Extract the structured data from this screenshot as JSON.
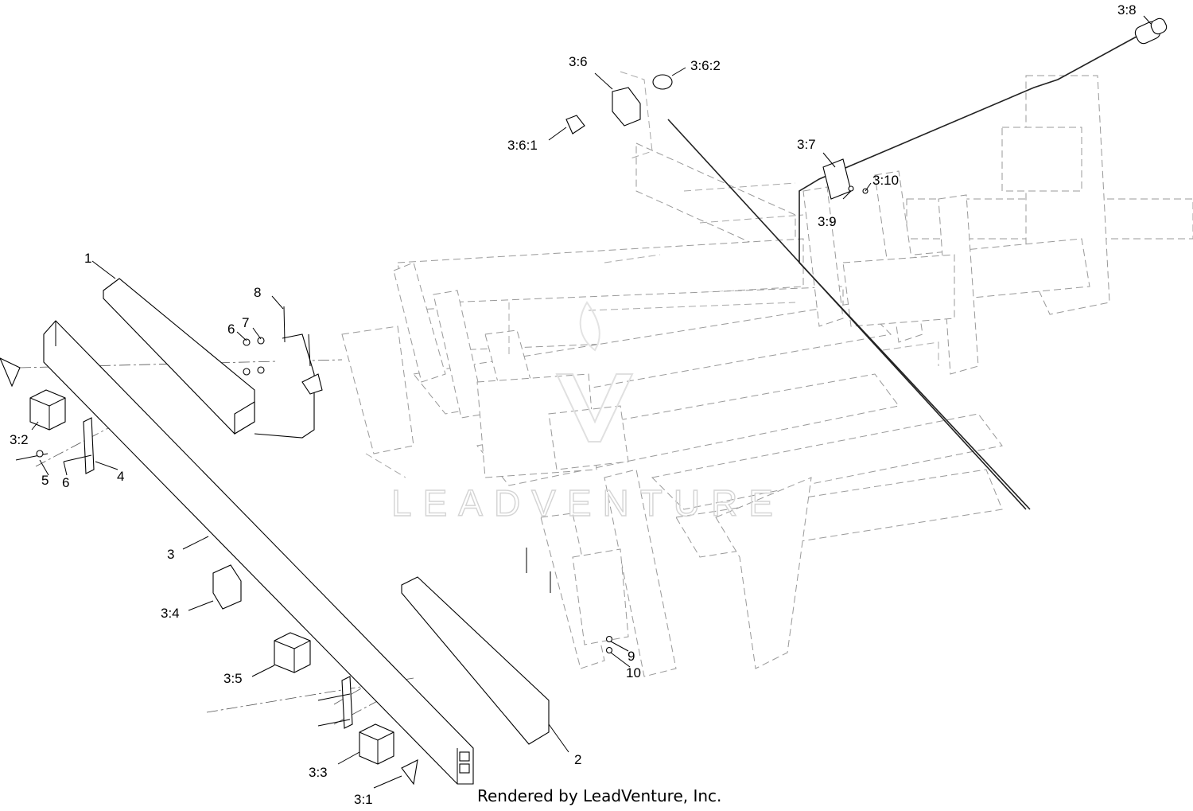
{
  "footer": "Rendered by LeadVenture, Inc.",
  "watermark": "LEADVENTURE",
  "callouts": {
    "c1": "1",
    "c2": "2",
    "c3": "3",
    "c3_1": "3:1",
    "c3_2": "3:2",
    "c3_3": "3:3",
    "c3_4": "3:4",
    "c3_5": "3:5",
    "c3_6": "3:6",
    "c3_6_1": "3:6:1",
    "c3_6_2": "3:6:2",
    "c3_7": "3:7",
    "c3_8": "3:8",
    "c3_9": "3:9",
    "c3_10": "3:10",
    "c4": "4",
    "c5": "5",
    "c6a": "6",
    "c6b": "6",
    "c7": "7",
    "c8": "8",
    "c9": "9",
    "c10": "10"
  }
}
